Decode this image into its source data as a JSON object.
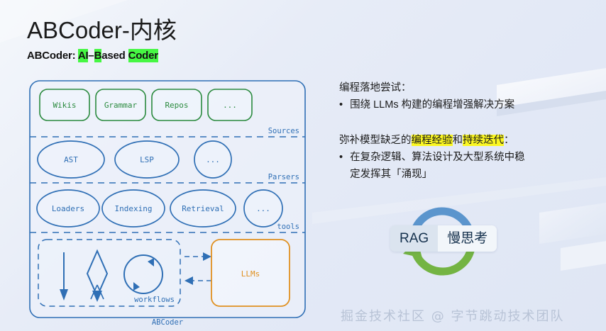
{
  "slide": {
    "title": "ABCoder-内核",
    "subtitle": {
      "prefix": "ABCoder: ",
      "hl1": "AI",
      "dash": "–",
      "hl2": "B",
      "plain": "ased ",
      "hl3": "Coder"
    },
    "watermark": "掘金技术社区 @ 字节跳动技术团队"
  },
  "diagram": {
    "caption": "ABCoder",
    "zones": [
      {
        "name": "Sources",
        "label": "Sources"
      },
      {
        "name": "Parsers",
        "label": "Parsers"
      },
      {
        "name": "tools",
        "label": "tools"
      },
      {
        "name": "workflows",
        "label": "workflows"
      }
    ],
    "sources": [
      {
        "label": "Wikis"
      },
      {
        "label": "Grammar"
      },
      {
        "label": "Repos"
      },
      {
        "label": "..."
      }
    ],
    "parsers": [
      {
        "label": "AST"
      },
      {
        "label": "LSP"
      },
      {
        "label": "..."
      }
    ],
    "tools": [
      {
        "label": "Loaders"
      },
      {
        "label": "Indexing"
      },
      {
        "label": "Retrieval"
      },
      {
        "label": "..."
      }
    ],
    "llms": {
      "label": "LLMs"
    }
  },
  "notes": [
    {
      "heading": "编程落地尝试：",
      "bullet_marker": "•",
      "bullet": "围绕 LLMs 构建的编程增强解决方案"
    },
    {
      "heading_pre": "弥补模型缺乏的",
      "heading_hl1": "编程经验",
      "heading_mid": "和",
      "heading_hl2": "持续迭代",
      "heading_post": "：",
      "bullet_marker": "•",
      "bullet_line1": "在复杂逻辑、算法设计及大型系统中稳",
      "bullet_line2": "定发挥其「涌现」"
    }
  ],
  "cycle": {
    "left_label": "RAG",
    "right_label": "慢思考",
    "arrow_top_color": "#5b95cd",
    "arrow_bottom_color": "#74b443"
  },
  "colors": {
    "accent_blue": "#2f6fb5",
    "accent_green": "#2a8a3e",
    "accent_orange": "#e09020",
    "highlight_green": "#46f743",
    "highlight_yellow": "#fbf721"
  }
}
